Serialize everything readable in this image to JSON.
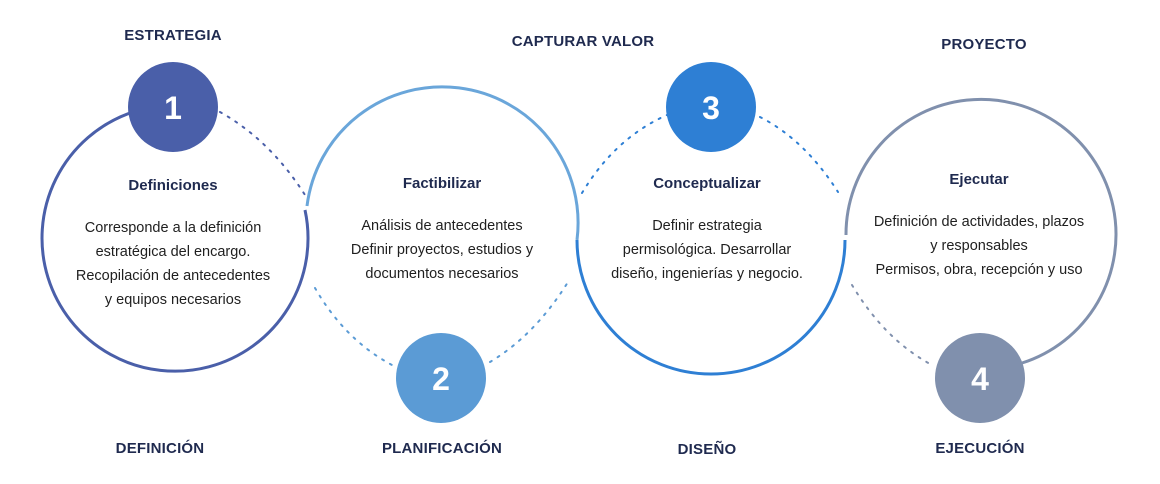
{
  "top_labels": {
    "estrategia": "ESTRATEGIA",
    "capturar_valor": "CAPTURAR VALOR",
    "proyecto": "PROYECTO"
  },
  "bottom_labels": {
    "definicion": "DEFINICIÓN",
    "planificacion": "PLANIFICACIÓN",
    "diseno": "DISEÑO",
    "ejecucion": "EJECUCIÓN"
  },
  "steps": [
    {
      "number": "1",
      "title": "Definiciones",
      "lines": [
        "Corresponde a la definición",
        "estratégica del encargo.",
        "Recopilación de antecedentes",
        "y equipos necesarios"
      ],
      "color": "#4a5fa9"
    },
    {
      "number": "2",
      "title": "Factibilizar",
      "lines": [
        "Análisis de antecedentes",
        "Definir proyectos, estudios y",
        "documentos necesarios"
      ],
      "color": "#5b9bd5"
    },
    {
      "number": "3",
      "title": "Conceptualizar",
      "lines": [
        "Definir estrategia",
        "permisológica. Desarrollar",
        "diseño, ingenierías y negocio."
      ],
      "color": "#2e7fd4"
    },
    {
      "number": "4",
      "title": "Ejecutar",
      "lines": [
        "Definición de actividades, plazos",
        "y responsables",
        "Permisos, obra, recepción y uso"
      ],
      "color": "#8090ad"
    }
  ]
}
